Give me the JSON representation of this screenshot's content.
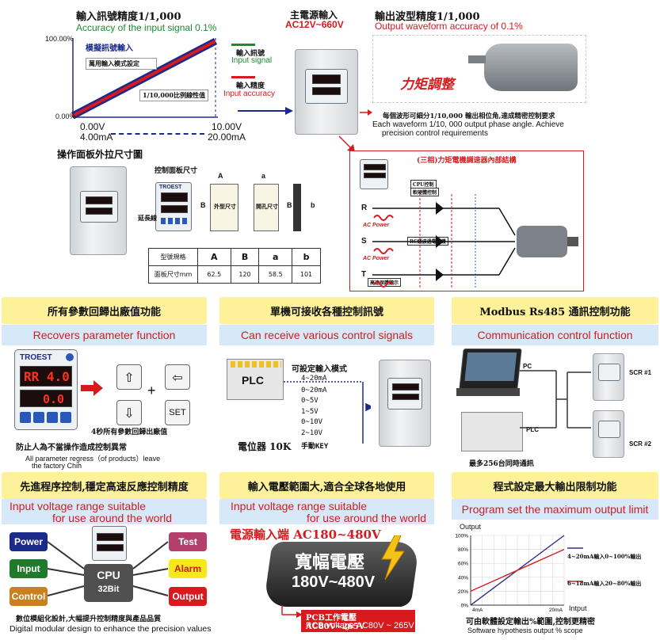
{
  "input_accuracy": {
    "title_zh": "輸入訊號精度1/1,000",
    "title_en": "Accuracy of the input signal 0.1%",
    "y_top": "100.00%",
    "y_bottom": "0.00%",
    "x_left_v": "0.00V",
    "x_left_ma": "4.00mA",
    "x_right_v": "10.00V",
    "x_right_ma": "20.00mA",
    "box_title": "模擬訊號輸入",
    "box_sub": "萬用輸入模式設定",
    "box_note": "1/10,000比例線性值",
    "legend_signal_zh": "輸入訊號",
    "legend_signal_en": "Input signal",
    "legend_accuracy_zh": "輸入精度",
    "legend_accuracy_en": "Input accuracy"
  },
  "main_power": {
    "title_zh": "主電源輸入",
    "title_range": "AC12V~660V"
  },
  "output_waveform": {
    "title_zh": "輸出波型精度1/1,000",
    "title_en": "Output waveform accuracy of 0.1%",
    "torque_label": "力矩調整",
    "desc_zh": "每個波形可細分1/10,000 輸出相位角,達成精密控制要求",
    "desc_en_1": "Each waveform 1/10, 000 output phase angle. Achieve",
    "desc_en_2": "precision control requirements"
  },
  "panel_dims": {
    "title_zh": "操作面板外拉尺寸圖",
    "ctrl_size_label": "控制面板尺寸",
    "ext_line": "延長線",
    "outer_size": "外型尺寸",
    "hole_size": "開孔尺寸",
    "brand": "TROEST",
    "letters": {
      "A": "A",
      "B": "B",
      "a": "a",
      "b": "b"
    },
    "table_header": [
      "型號規格",
      "A",
      "B",
      "a",
      "b"
    ],
    "table_row": [
      "面板尺寸mm",
      "62.5",
      "120",
      "58.5",
      "101"
    ]
  },
  "internal_structure": {
    "title": "(三相)力矩電機調速器內部結構",
    "chip1": "CPU控制",
    "chip2": "軟硬體控制",
    "chip3": "RC緩波過電保護",
    "chip4": "高速保護顯示",
    "phases": [
      "R",
      "S",
      "T"
    ],
    "ac_power": "AC Power"
  },
  "recover_params": {
    "title_zh": "所有參數回歸出廠值功能",
    "title_en": "Recovers parameter function",
    "brand": "TROEST",
    "display1": "RR 4.0",
    "display2": "0.0",
    "set_key": "SET",
    "plus": "+",
    "note": "4秒所有參數回歸出廠值",
    "protect_zh": "防止人為不當操作造成控制異常",
    "desc_en_1": "All parameter regress（of products）leave",
    "desc_en_2": "the factory Chih"
  },
  "control_signals": {
    "title_zh": "單機可接收各種控制訊號",
    "title_en": "Can receive various control signals",
    "plc": "PLC",
    "mode_title": "可設定輸入模式",
    "modes": [
      "4~20mA",
      "0~20mA",
      "0~5V",
      "1~5V",
      "0~10V",
      "2~10V",
      "手動KEY"
    ],
    "potentiometer": "電位器 10K"
  },
  "modbus": {
    "title_zh": "Modbus  Rs485 通訊控制功能",
    "title_en": "Communication control function",
    "pc": "PC",
    "plc": "PLC",
    "scr1": "SCR #1",
    "scr2": "SCR #2",
    "note": "最多256台同時通訊"
  },
  "program_control": {
    "title_zh": "先進程序控制,穩定高速反應控制精度",
    "title_en_1": "Input voltage range suitable",
    "title_en_2": "for use around the world",
    "blocks": {
      "power": "Power",
      "input": "Input",
      "control": "Control",
      "test": "Test",
      "alarm": "Alarm",
      "output": "Output",
      "cpu": "CPU",
      "cpu_bits": "32Bit"
    },
    "desc_zh": "數位模組化設計,大幅提升控制精度與產品品質",
    "desc_en": "Digital modular design to enhance the precision values"
  },
  "voltage_range": {
    "title_zh": "輸入電壓範圍大,適合全球各地使用",
    "title_en_1": "Input voltage range suitable",
    "title_en_2": "for use around the world",
    "power_in": "電源輸入端 AC180~480V",
    "wide": "寬幅電壓",
    "range": "180V~480V",
    "pcb_zh": "PCB工作電壓AC80V~265V",
    "pcb_en": "PCB voltage AC80V ~ 265V"
  },
  "output_limit": {
    "title_zh": "程式設定最大輸出限制功能",
    "title_en": "Program set the maximum output limit",
    "desc_zh": "可由軟體設定輸出%範圍,控制更精密",
    "desc_en": "Software hypothesis output % scope",
    "annot1": "4~20mA輸入0~100%輸出",
    "annot2": "6~18mA輸入20~80%輸出"
  },
  "chart_data": {
    "type": "line",
    "xlabel": "Intput",
    "ylabel": "Output",
    "x_ticks": [
      "4mA",
      "20mA"
    ],
    "y_ticks": [
      "0%",
      "20%",
      "40%",
      "60%",
      "80%",
      "100%"
    ],
    "ylim": [
      0,
      100
    ],
    "series": [
      {
        "x": [
          4,
          20
        ],
        "y": [
          0,
          100
        ],
        "color": "#2d2d8a"
      },
      {
        "x": [
          4,
          20
        ],
        "y": [
          20,
          80
        ],
        "color": "#d42020"
      }
    ],
    "colors": {
      "s1": "#2d2d8a",
      "s2": "#d42020"
    }
  }
}
